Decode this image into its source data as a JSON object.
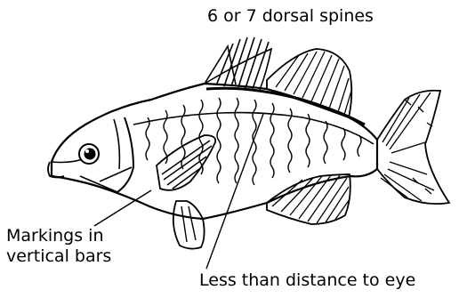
{
  "labels": {
    "dorsal_spines": "6 or 7 dorsal spines",
    "markings_line1": "Markings in",
    "markings_line2": "vertical bars",
    "eye_distance": "Less than distance to eye"
  },
  "colors": {
    "ink": "#000000",
    "background": "#ffffff"
  }
}
